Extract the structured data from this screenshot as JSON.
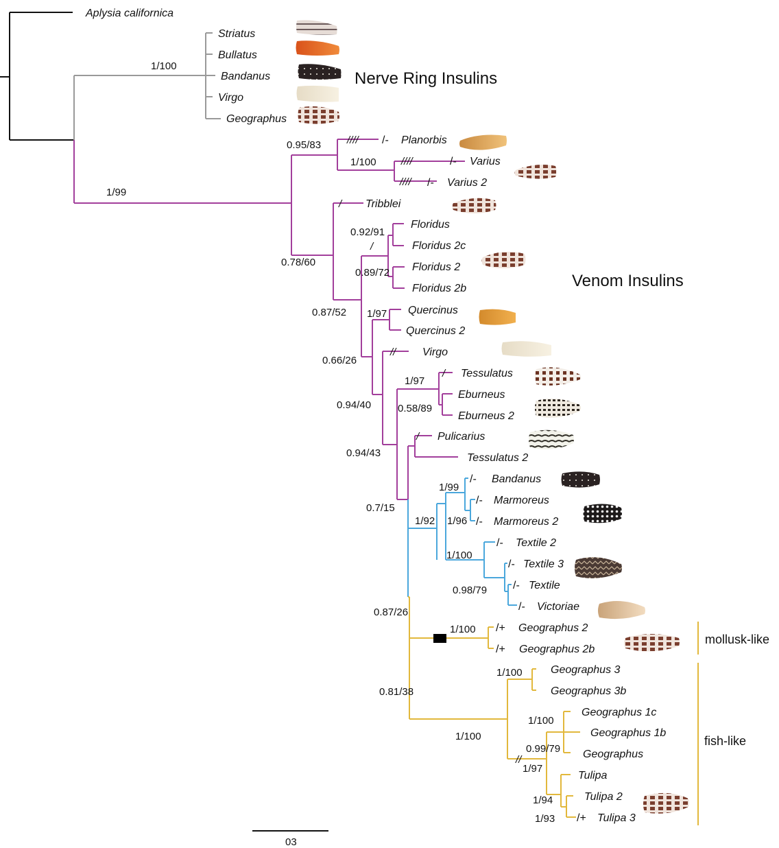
{
  "headings": {
    "nerve_ring": "Nerve Ring Insulins",
    "venom": "Venom Insulins"
  },
  "groups": {
    "mollusk_like": "mollusk-like",
    "fish_like": "fish-like"
  },
  "scale_bar_label": "03",
  "colors": {
    "outgroup": "#111111",
    "nerve_ring": "#999999",
    "venom": "#a23e9b",
    "blue_clade": "#4aa7dc",
    "geographus_clade": "#e2b83c"
  },
  "taxa": [
    {
      "id": "aplysia",
      "label": "Aplysia californica"
    },
    {
      "id": "nr_striatus",
      "label": "Striatus"
    },
    {
      "id": "nr_bullatus",
      "label": "Bullatus"
    },
    {
      "id": "nr_bandanus",
      "label": "Bandanus"
    },
    {
      "id": "nr_virgo",
      "label": "Virgo"
    },
    {
      "id": "nr_geographus",
      "label": "Geographus"
    },
    {
      "id": "planorbis",
      "label": "Planorbis",
      "mark": "/-"
    },
    {
      "id": "varius",
      "label": "Varius",
      "mark": "/-"
    },
    {
      "id": "varius2",
      "label": "Varius 2",
      "mark": "/-"
    },
    {
      "id": "tribblei",
      "label": "Tribblei"
    },
    {
      "id": "floridus",
      "label": "Floridus"
    },
    {
      "id": "floridus2c",
      "label": "Floridus 2c"
    },
    {
      "id": "floridus2",
      "label": "Floridus 2"
    },
    {
      "id": "floridus2b",
      "label": "Floridus 2b"
    },
    {
      "id": "quercinus",
      "label": "Quercinus"
    },
    {
      "id": "quercinus2",
      "label": "Quercinus 2"
    },
    {
      "id": "virgo",
      "label": "Virgo"
    },
    {
      "id": "tessulatus",
      "label": "Tessulatus"
    },
    {
      "id": "eburneus",
      "label": "Eburneus"
    },
    {
      "id": "eburneus2",
      "label": "Eburneus 2"
    },
    {
      "id": "pulicarius",
      "label": "Pulicarius"
    },
    {
      "id": "tessulatus2",
      "label": "Tessulatus 2"
    },
    {
      "id": "bandanus",
      "label": "Bandanus",
      "mark": "/-"
    },
    {
      "id": "marmoreus",
      "label": "Marmoreus",
      "mark": "/-"
    },
    {
      "id": "marmoreus2",
      "label": "Marmoreus 2",
      "mark": "/-"
    },
    {
      "id": "textile2",
      "label": "Textile 2",
      "mark": "/-"
    },
    {
      "id": "textile3",
      "label": "Textile 3",
      "mark": "/-"
    },
    {
      "id": "textile",
      "label": "Textile",
      "mark": "/-"
    },
    {
      "id": "victoriae",
      "label": "Victoriae",
      "mark": "/-"
    },
    {
      "id": "geographus2",
      "label": "Geographus 2",
      "mark": "/+"
    },
    {
      "id": "geographus2b",
      "label": "Geographus 2b",
      "mark": "/+"
    },
    {
      "id": "geographus3",
      "label": "Geographus 3"
    },
    {
      "id": "geographus3b",
      "label": "Geographus 3b"
    },
    {
      "id": "geographus1c",
      "label": "Geographus 1c"
    },
    {
      "id": "geographus1b",
      "label": "Geographus 1b"
    },
    {
      "id": "geographus",
      "label": "Geographus"
    },
    {
      "id": "tulipa",
      "label": "Tulipa"
    },
    {
      "id": "tulipa2",
      "label": "Tulipa 2"
    },
    {
      "id": "tulipa3",
      "label": "Tulipa 3",
      "mark": "/+"
    }
  ],
  "supports": [
    {
      "id": "s_nr",
      "text": "1/100"
    },
    {
      "id": "s_venom",
      "text": "1/99"
    },
    {
      "id": "s_plan",
      "text": "0.95/83"
    },
    {
      "id": "s_varius",
      "text": "1/100"
    },
    {
      "id": "s_tribblei",
      "text": "0.78/60"
    },
    {
      "id": "s_flor1",
      "text": "0.92/91"
    },
    {
      "id": "s_flor2",
      "text": "0.89/72"
    },
    {
      "id": "s_main1",
      "text": "0.87/52"
    },
    {
      "id": "s_querc",
      "text": "1/97"
    },
    {
      "id": "s_virgo",
      "text": "0.66/26"
    },
    {
      "id": "s_tess",
      "text": "1/97"
    },
    {
      "id": "s_eburn",
      "text": "0.58/89"
    },
    {
      "id": "s_main2",
      "text": "0.94/40"
    },
    {
      "id": "s_main3",
      "text": "0.94/43"
    },
    {
      "id": "s_main4",
      "text": "0.7/15"
    },
    {
      "id": "s_band",
      "text": "1/99"
    },
    {
      "id": "s_blue",
      "text": "1/92"
    },
    {
      "id": "s_marm",
      "text": "1/96"
    },
    {
      "id": "s_text",
      "text": "1/100"
    },
    {
      "id": "s_textin",
      "text": "0.98/79"
    },
    {
      "id": "s_bluebase",
      "text": "0.87/26"
    },
    {
      "id": "s_geo2",
      "text": "1/100"
    },
    {
      "id": "s_ybase",
      "text": "0.81/38"
    },
    {
      "id": "s_geo3",
      "text": "1/100"
    },
    {
      "id": "s_geo1",
      "text": "1/100"
    },
    {
      "id": "s_geoin",
      "text": "0.99/79"
    },
    {
      "id": "s_fishbase",
      "text": "1/100"
    },
    {
      "id": "s_tulbase",
      "text": "1/97"
    },
    {
      "id": "s_tul2",
      "text": "1/94"
    },
    {
      "id": "s_tul3",
      "text": "1/93"
    }
  ],
  "branch_marks": {
    "quad": "////",
    "single": "/",
    "double": "//"
  }
}
